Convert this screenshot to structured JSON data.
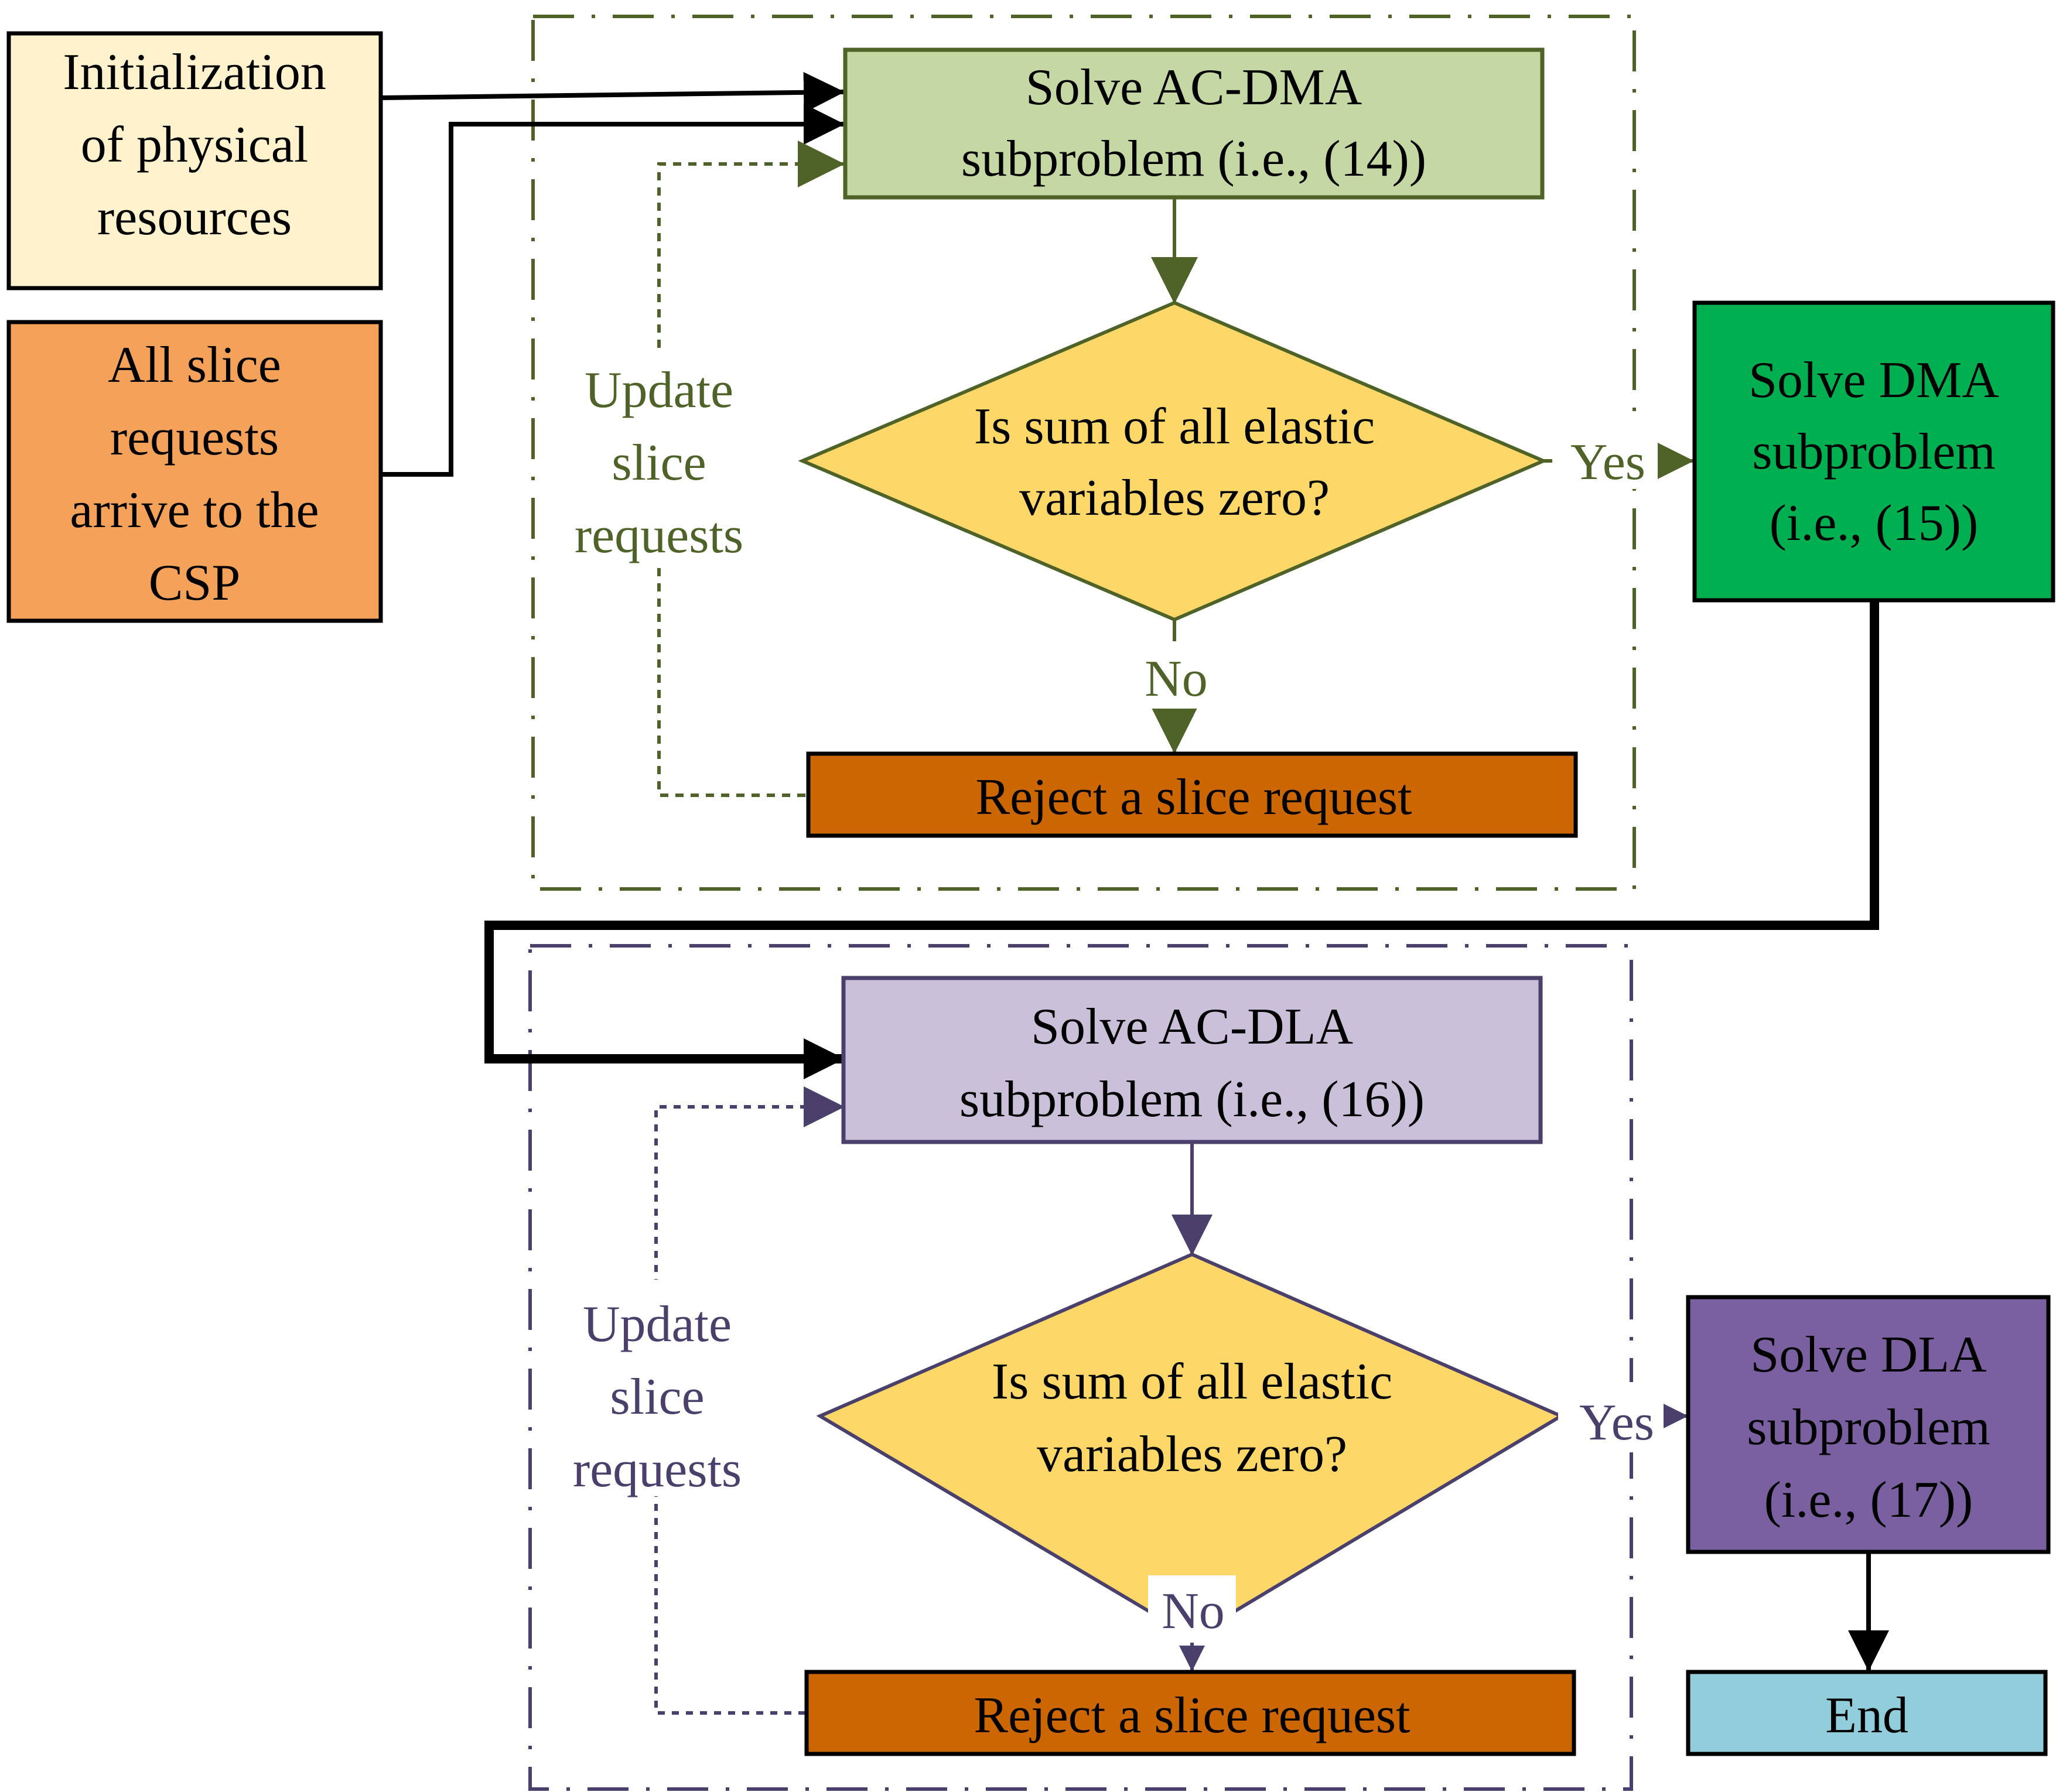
{
  "colors": {
    "green_dark": "#4f6228",
    "purple_dark": "#4b3f6b",
    "init_fill": "#fff2cc",
    "slice_fill": "#f4a15a",
    "acdma_fill": "#c5d8a4",
    "diamond_fill": "#fdd868",
    "dma_fill": "#00b050",
    "reject_fill": "#cc6600",
    "acdla_fill": "#cbc0da",
    "dla_fill": "#7a60a0",
    "end_fill": "#92cddc"
  },
  "nodes": {
    "init": {
      "lines": [
        "Initialization",
        "of physical",
        "resources"
      ]
    },
    "slice_requests": {
      "lines": [
        "All slice",
        "requests",
        "arrive to the",
        "CSP"
      ]
    },
    "ac_dma": {
      "lines": [
        "Solve AC-DMA",
        "subproblem (i.e., (14))"
      ]
    },
    "decision1": {
      "lines": [
        "Is sum of all elastic",
        "variables zero?"
      ]
    },
    "dma": {
      "lines": [
        "Solve DMA",
        "subproblem",
        "(i.e., (15))"
      ]
    },
    "reject1": {
      "lines": [
        "Reject a slice request"
      ]
    },
    "ac_dla": {
      "lines": [
        "Solve AC-DLA",
        "subproblem (i.e., (16))"
      ]
    },
    "decision2": {
      "lines": [
        "Is sum of all elastic",
        "variables zero?"
      ]
    },
    "dla": {
      "lines": [
        "Solve DLA",
        "subproblem",
        "(i.e., (17))"
      ]
    },
    "reject2": {
      "lines": [
        "Reject a slice request"
      ]
    },
    "end": {
      "lines": [
        "End"
      ]
    }
  },
  "edge_labels": {
    "yes1": "Yes",
    "no1": "No",
    "update1": [
      "Update",
      "slice",
      "requests"
    ],
    "yes2": "Yes",
    "no2": "No",
    "update2": [
      "Update",
      "slice",
      "requests"
    ]
  }
}
